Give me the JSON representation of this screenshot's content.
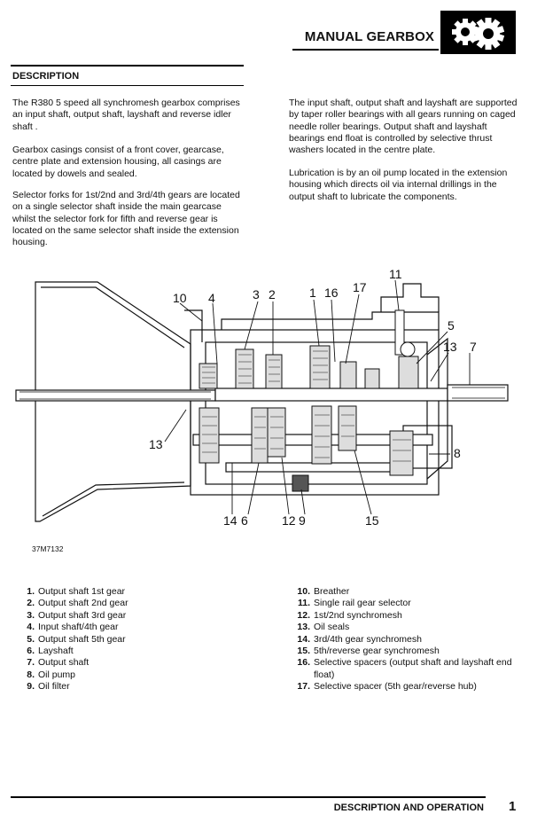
{
  "header": {
    "title": "MANUAL GEARBOX",
    "icon": "gears-icon"
  },
  "section": {
    "heading": "DESCRIPTION"
  },
  "paragraphs": {
    "left": [
      "The R380 5 speed all synchromesh gearbox comprises an input shaft, output shaft, layshaft and reverse idler shaft .",
      "Gearbox casings consist of a front cover, gearcase, centre plate and extension housing, all casings are located by dowels and sealed.",
      "Selector forks for 1st/2nd and 3rd/4th gears are located on a single selector shaft inside the main gearcase whilst the selector fork for fifth and reverse gear is located on the same selector shaft inside the extension housing."
    ],
    "right": [
      "The input shaft, output shaft and layshaft are supported by taper roller bearings with all gears running on caged needle roller bearings. Output shaft and layshaft bearings end float is controlled by selective thrust washers located in the centre plate.",
      "Lubrication is by an oil pump located in the extension housing which directs oil via internal drillings in the output shaft to lubricate the components."
    ]
  },
  "figure": {
    "reference": "37M7132",
    "callouts": [
      "10",
      "4",
      "3",
      "2",
      "1",
      "16",
      "17",
      "11",
      "5",
      "13",
      "7",
      "13",
      "8",
      "14",
      "6",
      "12",
      "9",
      "15"
    ]
  },
  "legend": {
    "left": [
      {
        "num": "1.",
        "text": "Output shaft 1st gear"
      },
      {
        "num": "2.",
        "text": "Output shaft 2nd gear"
      },
      {
        "num": "3.",
        "text": "Output shaft 3rd gear"
      },
      {
        "num": "4.",
        "text": "Input shaft/4th gear"
      },
      {
        "num": "5.",
        "text": "Output shaft 5th gear"
      },
      {
        "num": "6.",
        "text": "Layshaft"
      },
      {
        "num": "7.",
        "text": "Output shaft"
      },
      {
        "num": "8.",
        "text": "Oil pump"
      },
      {
        "num": "9.",
        "text": "Oil filter"
      }
    ],
    "right": [
      {
        "num": "10.",
        "text": "Breather"
      },
      {
        "num": "11.",
        "text": "Single rail gear selector"
      },
      {
        "num": "12.",
        "text": "1st/2nd synchromesh"
      },
      {
        "num": "13.",
        "text": "Oil seals"
      },
      {
        "num": "14.",
        "text": "3rd/4th gear synchromesh"
      },
      {
        "num": "15.",
        "text": "5th/reverse gear synchromesh"
      },
      {
        "num": "16.",
        "text": "Selective spacers (output shaft and layshaft end float)"
      },
      {
        "num": "17.",
        "text": "Selective spacer (5th gear/reverse hub)"
      }
    ]
  },
  "footer": {
    "title": "DESCRIPTION AND OPERATION",
    "page": "1"
  }
}
